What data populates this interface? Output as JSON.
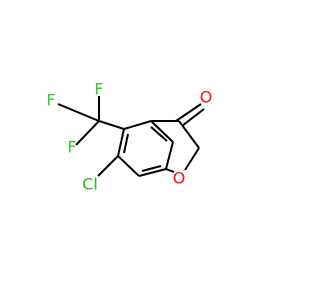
{
  "molecule": {
    "atoms": {
      "fluorine_top": "F",
      "fluorine_left": "F",
      "fluorine_bottom": "F",
      "chlorine": "Cl",
      "ketone_oxygen": "O",
      "ring_oxygen": "O"
    },
    "colors": {
      "bond": "#000000",
      "fluorine": "#33cc33",
      "chlorine": "#1fba1f",
      "oxygen": "#ff0d0d",
      "background": "#ffffff"
    }
  }
}
